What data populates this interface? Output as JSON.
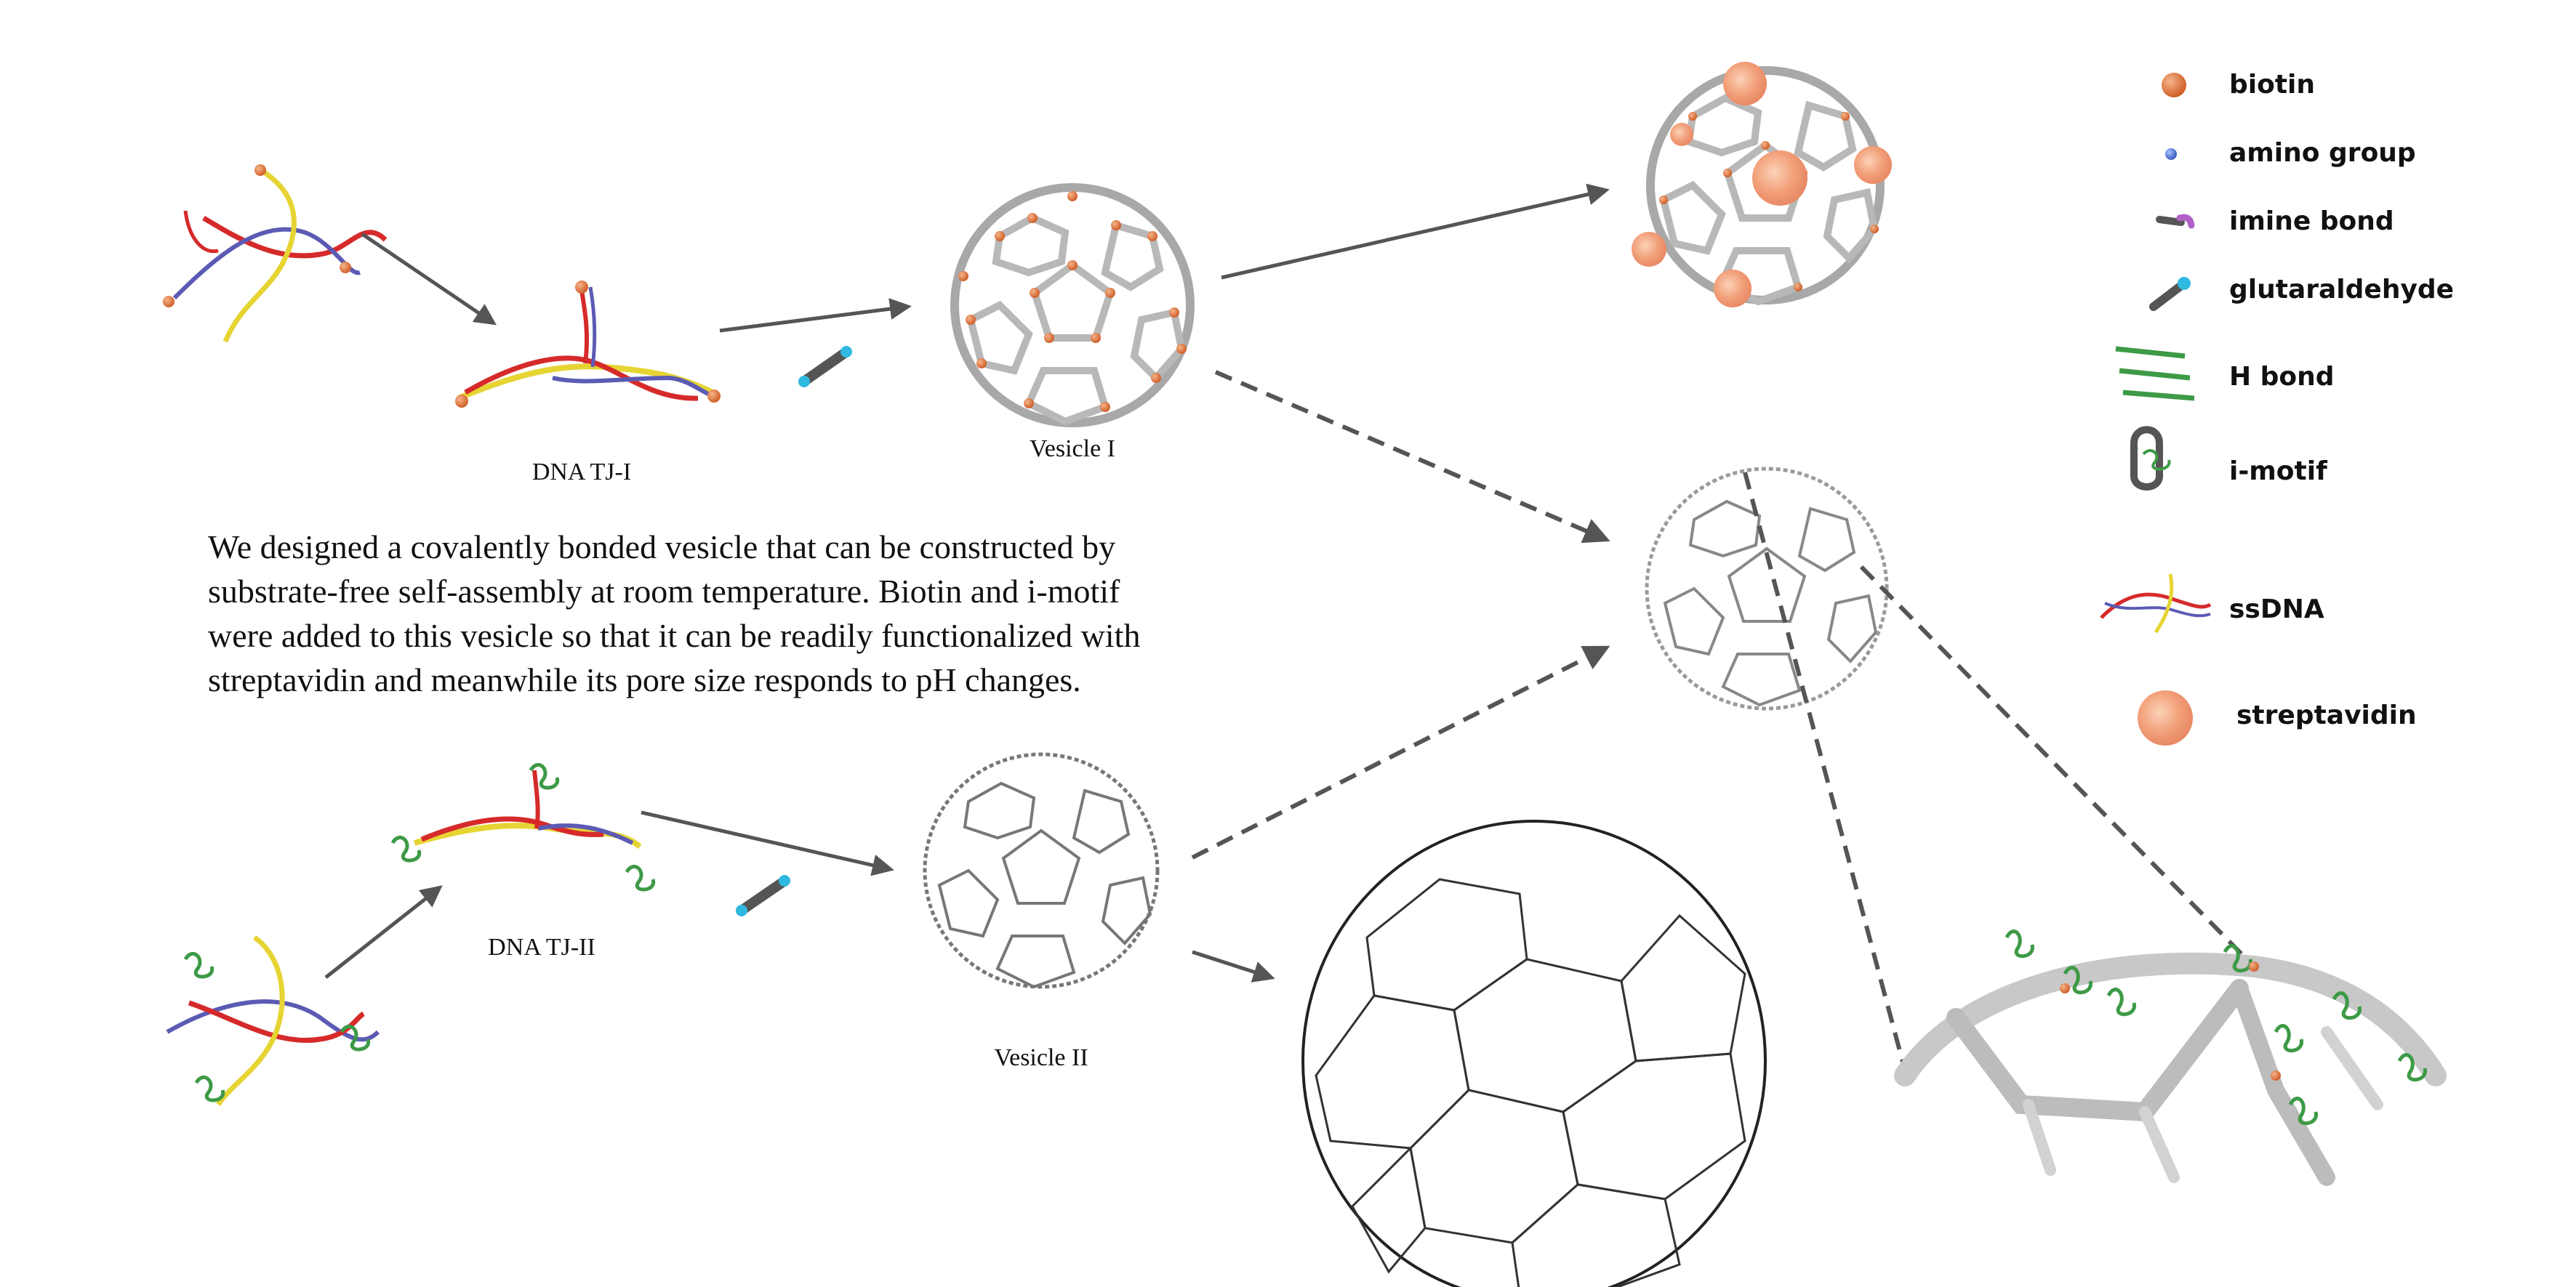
{
  "captions": {
    "tj1": "DNA TJ-I",
    "tj2": "DNA TJ-II",
    "vesicle1": "Vesicle I",
    "vesicle2": "Vesicle II"
  },
  "description": [
    "We designed a covalently bonded vesicle that can be constructed by",
    "substrate-free self-assembly at room temperature. Biotin and i-motif",
    "were added to this vesicle  so that it can be readily functionalized with",
    "streptavidin and meanwhile its pore size responds to pH changes."
  ],
  "legend": {
    "biotin": "biotin",
    "amino": "amino group",
    "imine": "imine bond",
    "glutaraldehyde": "glutaraldehyde",
    "hbond": "H bond",
    "imotif": "i-motif",
    "ssdna": "ssDNA",
    "streptavidin": "streptavidin"
  },
  "colors": {
    "biotin": "#e07a3c",
    "amino": "#4a6fd0",
    "imine": "#b060c8",
    "glutaraldehyde_rod": "#555555",
    "glutaraldehyde_tip": "#2fb8e0",
    "hbond": "#3d9a46",
    "strand_red": "#d62a2a",
    "strand_yellow": "#e6d433",
    "strand_blue": "#5b5bb5",
    "streptavidin": "#f2a07a",
    "cage": "#b5b5b5",
    "arrow": "#555555"
  }
}
